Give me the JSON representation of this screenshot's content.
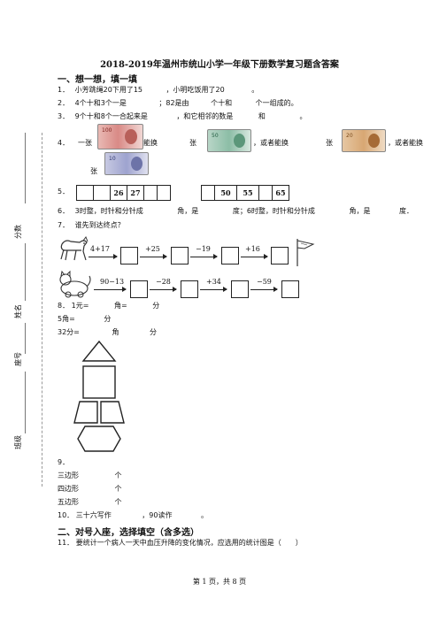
{
  "title": "2018-2019年温州市统山小学一年级下册数学复习题含答案",
  "section1": "一、想一想，填一填",
  "q1": {
    "num": "1．",
    "a": "小芳跳绳20下用了15",
    "b": "，小明吃饭用了20",
    "c": "。"
  },
  "q2": {
    "num": "2．",
    "a": "4个十和3个一是",
    "b": "；82是由",
    "c": "个十和",
    "d": "个一组成的。"
  },
  "q3": {
    "num": "3．",
    "a": "9个十和8个一合起来是",
    "b": "，和它相邻的数是",
    "c": "和",
    "d": "。"
  },
  "q4": {
    "num": "4．",
    "a": "一张",
    "b": "能换",
    "c": "张",
    "d": "，或者能换",
    "e": "张",
    "f": "，或者能换",
    "g": "张"
  },
  "q5": {
    "num": "5．",
    "row1": [
      "",
      "",
      "26",
      "27",
      "",
      ""
    ],
    "row2": [
      "",
      "50",
      "55",
      "",
      "65"
    ]
  },
  "q6": {
    "num": "6．",
    "a": "3时整，时针和分针成",
    "b": "角，是",
    "c": "度；6时整，时针和分针成",
    "d": "角，是",
    "e": "度．"
  },
  "q7": {
    "num": "7．",
    "a": "谁先到达终点？",
    "row1": [
      "4+17",
      "+25",
      "−19",
      "+16"
    ],
    "row2": [
      "90−13",
      "−28",
      "+34",
      "−59"
    ]
  },
  "q8": {
    "num": "8．",
    "line1a": "1元=",
    "line1b": "角=",
    "line1c": "分",
    "line2a": "5角=",
    "line2b": "分",
    "line3a": "32分=",
    "line3b": "角",
    "line3c": "分"
  },
  "q9": {
    "num": "9．",
    "tri": "三边形",
    "quad": "四边形",
    "pent": "五边形",
    "unit": "个"
  },
  "q10": {
    "num": "10．",
    "a": "三十六写作",
    "b": "，90读作",
    "c": "。"
  },
  "section2": "二、对号入座，选择填空（含多选）",
  "q11": {
    "num": "11．",
    "text": "要统计一个病人一天中血压升降的变化情况，应选用的统计图是（　　）"
  },
  "footer": "第 1 页，共 8 页",
  "side": {
    "score": "分数",
    "name": "姓名",
    "seat": "座号",
    "class": "班级"
  },
  "icons": [
    "banknote-100-icon",
    "banknote-10-icon",
    "banknote-50-icon",
    "banknote-20-icon",
    "horse-icon",
    "cat-icon",
    "flag-icon"
  ]
}
